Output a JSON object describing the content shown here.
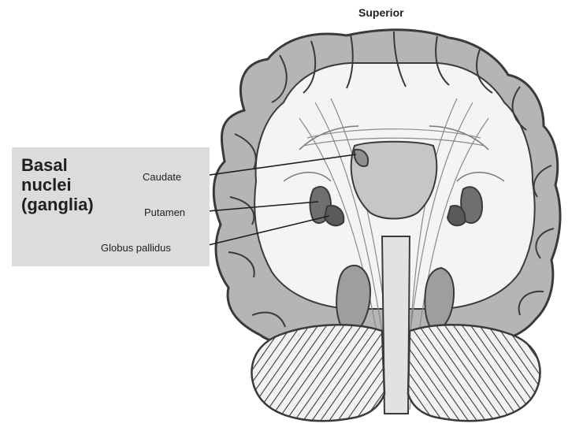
{
  "diagram": {
    "orientation_label": "Superior",
    "group_label": "Basal\nnuclei\n(ganglia)",
    "structures": [
      {
        "label": "Caudate"
      },
      {
        "label": "Putamen"
      },
      {
        "label": "Globus pallidus"
      }
    ]
  },
  "colors": {
    "background": "#ffffff",
    "brain_fill": "#b5b5b5",
    "outline": "#3a3a3a",
    "label_box": "#dcdcdc",
    "nuclei_dark": "#6f6f6f",
    "white_matter": "#f4f4f4"
  }
}
